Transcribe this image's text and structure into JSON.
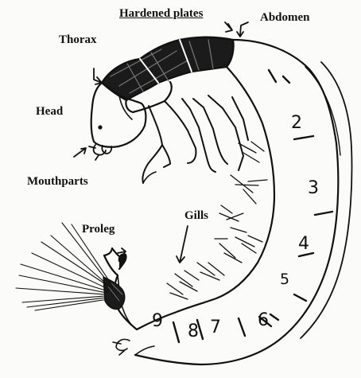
{
  "labels": {
    "hardened_plates": "Hardened plates",
    "abdomen": "Abdomen",
    "thorax": "Thorax",
    "head": "Head",
    "mouthparts": "Mouthparts",
    "gills": "Gills",
    "proleg": "Proleg"
  },
  "segment_numbers": [
    "2",
    "3",
    "4",
    "5",
    "6",
    "7",
    "8",
    "9"
  ],
  "colors": {
    "ink": "#111111",
    "paper": "#fbfbf9"
  }
}
